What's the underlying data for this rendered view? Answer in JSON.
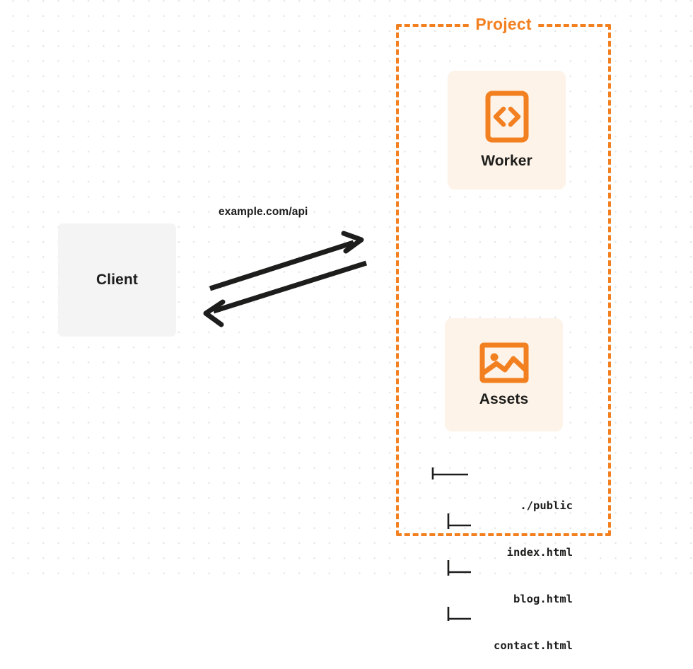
{
  "diagram": {
    "title": "Cloudflare Worker and Assets request flow",
    "background": {
      "color": "#ffffff",
      "dot_color": "#e6e6e8"
    },
    "colors": {
      "accent": "#f38020",
      "card_bg": "#fdf3e8",
      "client_bg": "#f4f4f5",
      "text": "#1d1d1b"
    }
  },
  "client": {
    "label": "Client",
    "icon": "none"
  },
  "connection": {
    "label": "example.com/api",
    "outbound_icon": "arrow-right",
    "inbound_icon": "arrow-left"
  },
  "project": {
    "title": "Project",
    "cards": [
      {
        "label": "Worker",
        "icon": "code-brackets-icon"
      },
      {
        "label": "Assets",
        "icon": "image-icon"
      }
    ]
  },
  "asset_tree": {
    "rows": [
      {
        "connector": "├────",
        "name": "./public"
      },
      {
        "connector": "│──",
        "name": "index.html"
      },
      {
        "connector": "│──",
        "name": "blog.html"
      },
      {
        "connector": "│──",
        "name": "contact.html"
      }
    ]
  }
}
